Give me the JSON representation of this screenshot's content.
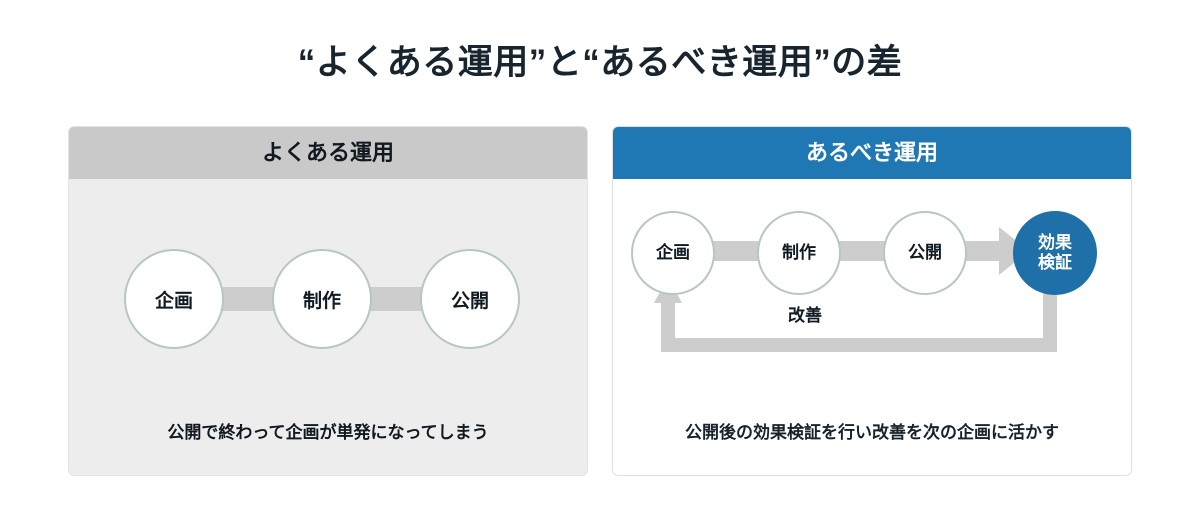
{
  "title": "“よくある運用”と“あるべき運用”の差",
  "colors": {
    "title_text": "#18252e",
    "left_header_bg": "#c9c9c9",
    "left_panel_bg": "#ededed",
    "right_header_bg": "#1f78b4",
    "right_panel_bg": "#ffffff",
    "connector_gray": "#cdcdcd",
    "circle_border": "#b6c6c6",
    "highlight_circle": "#1f6fa8"
  },
  "panels": [
    {
      "id": "common-operation",
      "header": "よくある運用",
      "nodes": [
        {
          "label": "企画"
        },
        {
          "label": "制作"
        },
        {
          "label": "公開"
        }
      ],
      "connectors": [
        "bar",
        "arrow"
      ],
      "caption": "公開で終わって企画が単発になってしまう"
    },
    {
      "id": "ideal-operation",
      "header": "あるべき運用",
      "nodes": [
        {
          "label": "企画"
        },
        {
          "label": "制作"
        },
        {
          "label": "公開"
        },
        {
          "label_line1": "効果",
          "label_line2": "検証",
          "highlight": true
        }
      ],
      "connectors": [
        "bar",
        "bar",
        "arrow"
      ],
      "loop_label": "改善",
      "caption": "公開後の効果検証を行い改善を次の企画に活かす"
    }
  ]
}
